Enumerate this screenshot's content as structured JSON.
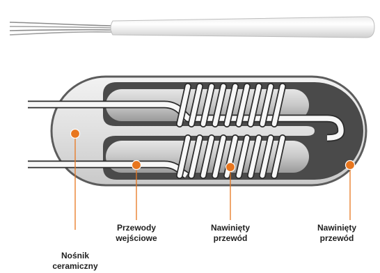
{
  "colors": {
    "accent": "#e8761e",
    "leader_line": "#e8761e",
    "casing": "#d9d9d9",
    "dark_cavity": "#4a4a4a",
    "core": "#c4c4c4",
    "wire": "#f7f7f7",
    "label_text": "#1e1e1e"
  },
  "labels": {
    "input_wires": {
      "line1": "Przewody",
      "line2": "wejściowe"
    },
    "coil_inner": {
      "line1": "Nawinięty",
      "line2": "przewód"
    },
    "coil_outer": {
      "line1": "Nawinięty",
      "line2": "przewód"
    },
    "ceramic": {
      "line1": "Nośnik",
      "line2": "ceramiczny"
    }
  }
}
